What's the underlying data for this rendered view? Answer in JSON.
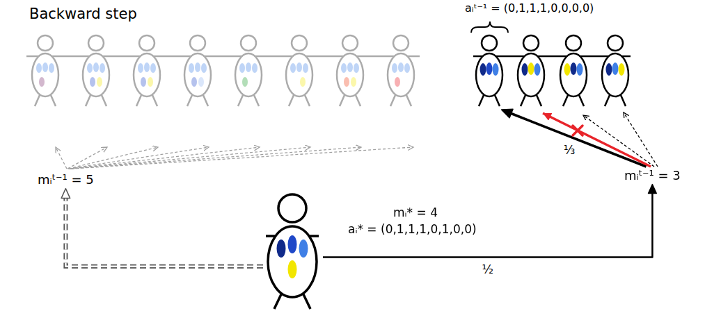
{
  "diagram": {
    "title": "Backward step",
    "nodes": [
      {
        "text": [
          "aᵢᵗ⁻¹ = (0,1,1,1,0,0,0,0)"
        ]
      },
      {
        "text": [
          "mᵢᵗ⁻¹ = 5"
        ]
      },
      {
        "text": [
          "mᵢᵗ⁻¹ = 3"
        ]
      },
      {
        "text": [
          "mᵢ* = 4",
          "aᵢ* = (0,1,1,1,0,1,0,0)"
        ]
      }
    ],
    "edges": [
      {
        "from": 3,
        "to": 1,
        "arrow": "to"
      },
      {
        "from": 3,
        "to": 2,
        "arrow": "to",
        "label": "½"
      },
      {
        "from": 2,
        "to": 0,
        "arrow": "to",
        "label": "⅓"
      }
    ]
  }
}
